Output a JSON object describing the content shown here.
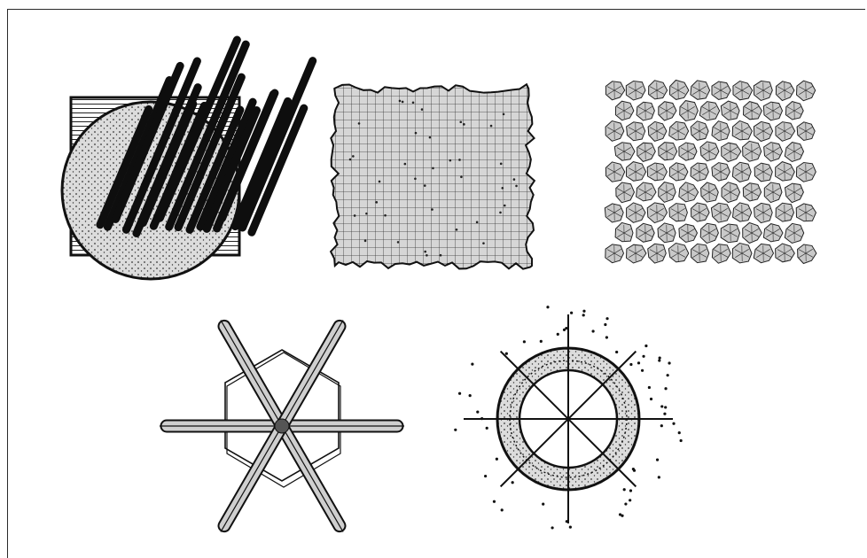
{
  "figure": {
    "panels": [
      {
        "id": "hatched-square-circle",
        "icon": "diagonal-hatched-square-with-dotted-circle"
      },
      {
        "id": "grid-square",
        "icon": "gridded-stippled-square"
      },
      {
        "id": "hex-tiles",
        "icon": "hexagonal-cell-array"
      },
      {
        "id": "six-arm-star",
        "icon": "six-arm-star-in-hexagon"
      },
      {
        "id": "radial-ring",
        "icon": "dotted-ring-with-radial-lines"
      }
    ],
    "colors": {
      "ink": "#1a1a1a",
      "fill": "#cfcfcf",
      "background": "#ffffff"
    }
  }
}
